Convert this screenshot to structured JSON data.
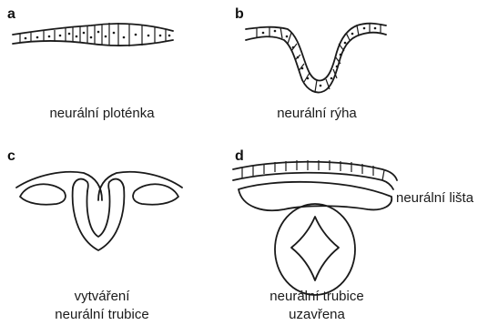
{
  "panels": {
    "a": {
      "letter": "a",
      "caption": "neurální ploténka"
    },
    "b": {
      "letter": "b",
      "caption": "neurální rýha"
    },
    "c": {
      "letter": "c",
      "caption_line1": "vytváření",
      "caption_line2": "neurální trubice"
    },
    "d": {
      "letter": "d",
      "caption_line1": "neurální trubice",
      "caption_line2": "uzavřena",
      "label": "neurální lišta"
    }
  }
}
